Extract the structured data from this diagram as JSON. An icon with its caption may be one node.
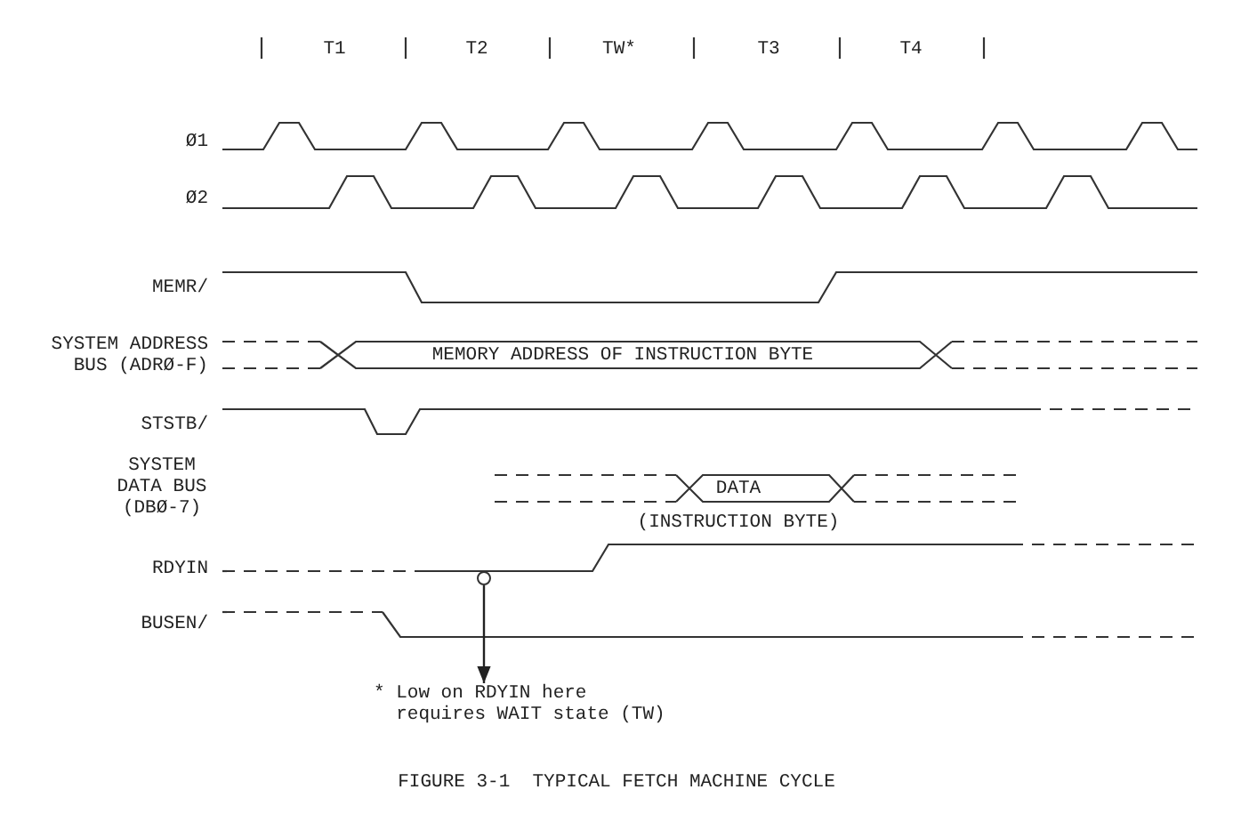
{
  "diagram": {
    "caption": "FIGURE 3-1  TYPICAL FETCH MACHINE CYCLE",
    "nodes": [
      {
        "text": [],
        "shape": "circle"
      },
      {
        "text": [
          "* Low on RDYIN here requires WAIT state (TW)"
        ]
      }
    ],
    "edges": [
      {
        "from": 0,
        "to": 1,
        "arrow": "to"
      }
    ],
    "labels": [
      "T1",
      "T2",
      "TW*",
      "T3",
      "T4",
      "Ø1",
      "Ø2",
      "MEMR/",
      "SYSTEM ADDRESS BUS (ADRØ-F)",
      "MEMORY ADDRESS OF INSTRUCTION BYTE",
      "STSTB/",
      "SYSTEM DATA BUS (DBØ-7)",
      "DATA",
      "(INSTRUCTION BYTE)",
      "RDYIN",
      "BUSEN/"
    ]
  }
}
